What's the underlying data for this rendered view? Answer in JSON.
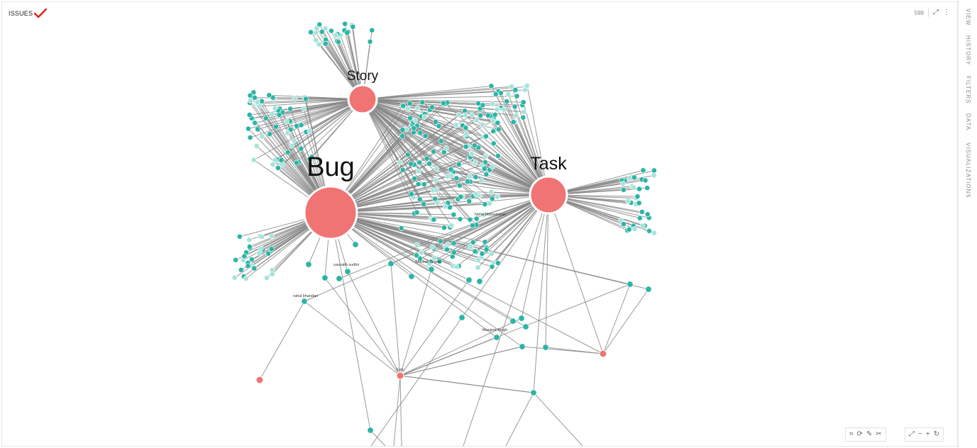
{
  "header": {
    "title": "ISSUES",
    "count": "598"
  },
  "sidebar": {
    "items": [
      "VIEW",
      "HISTORY",
      "FILTERS",
      "DATA",
      "VISUALIZATIONS"
    ]
  },
  "graph": {
    "hubs": [
      {
        "label": "Bug",
        "size": "large"
      },
      {
        "label": "Story",
        "size": "medium"
      },
      {
        "label": "Task",
        "size": "medium"
      }
    ],
    "node_labels": [
      "Neha Maheshwari",
      "Manjeet Singh",
      "Shivesh Gupta",
      "rahul bhandari",
      "saurabh sudhir",
      "Epic"
    ],
    "colors": {
      "hub": "#f07474",
      "node": "#2bb5a6",
      "node_light": "#a6e3db",
      "edge": "#888888",
      "hub_border": "#ffffff"
    }
  },
  "controls": {
    "left": [
      "layout-icon",
      "expand-icon",
      "pin-icon",
      "unpin-icon"
    ],
    "right": [
      "fit-icon",
      "zoom-out-icon",
      "zoom-in-icon",
      "reset-icon"
    ]
  }
}
